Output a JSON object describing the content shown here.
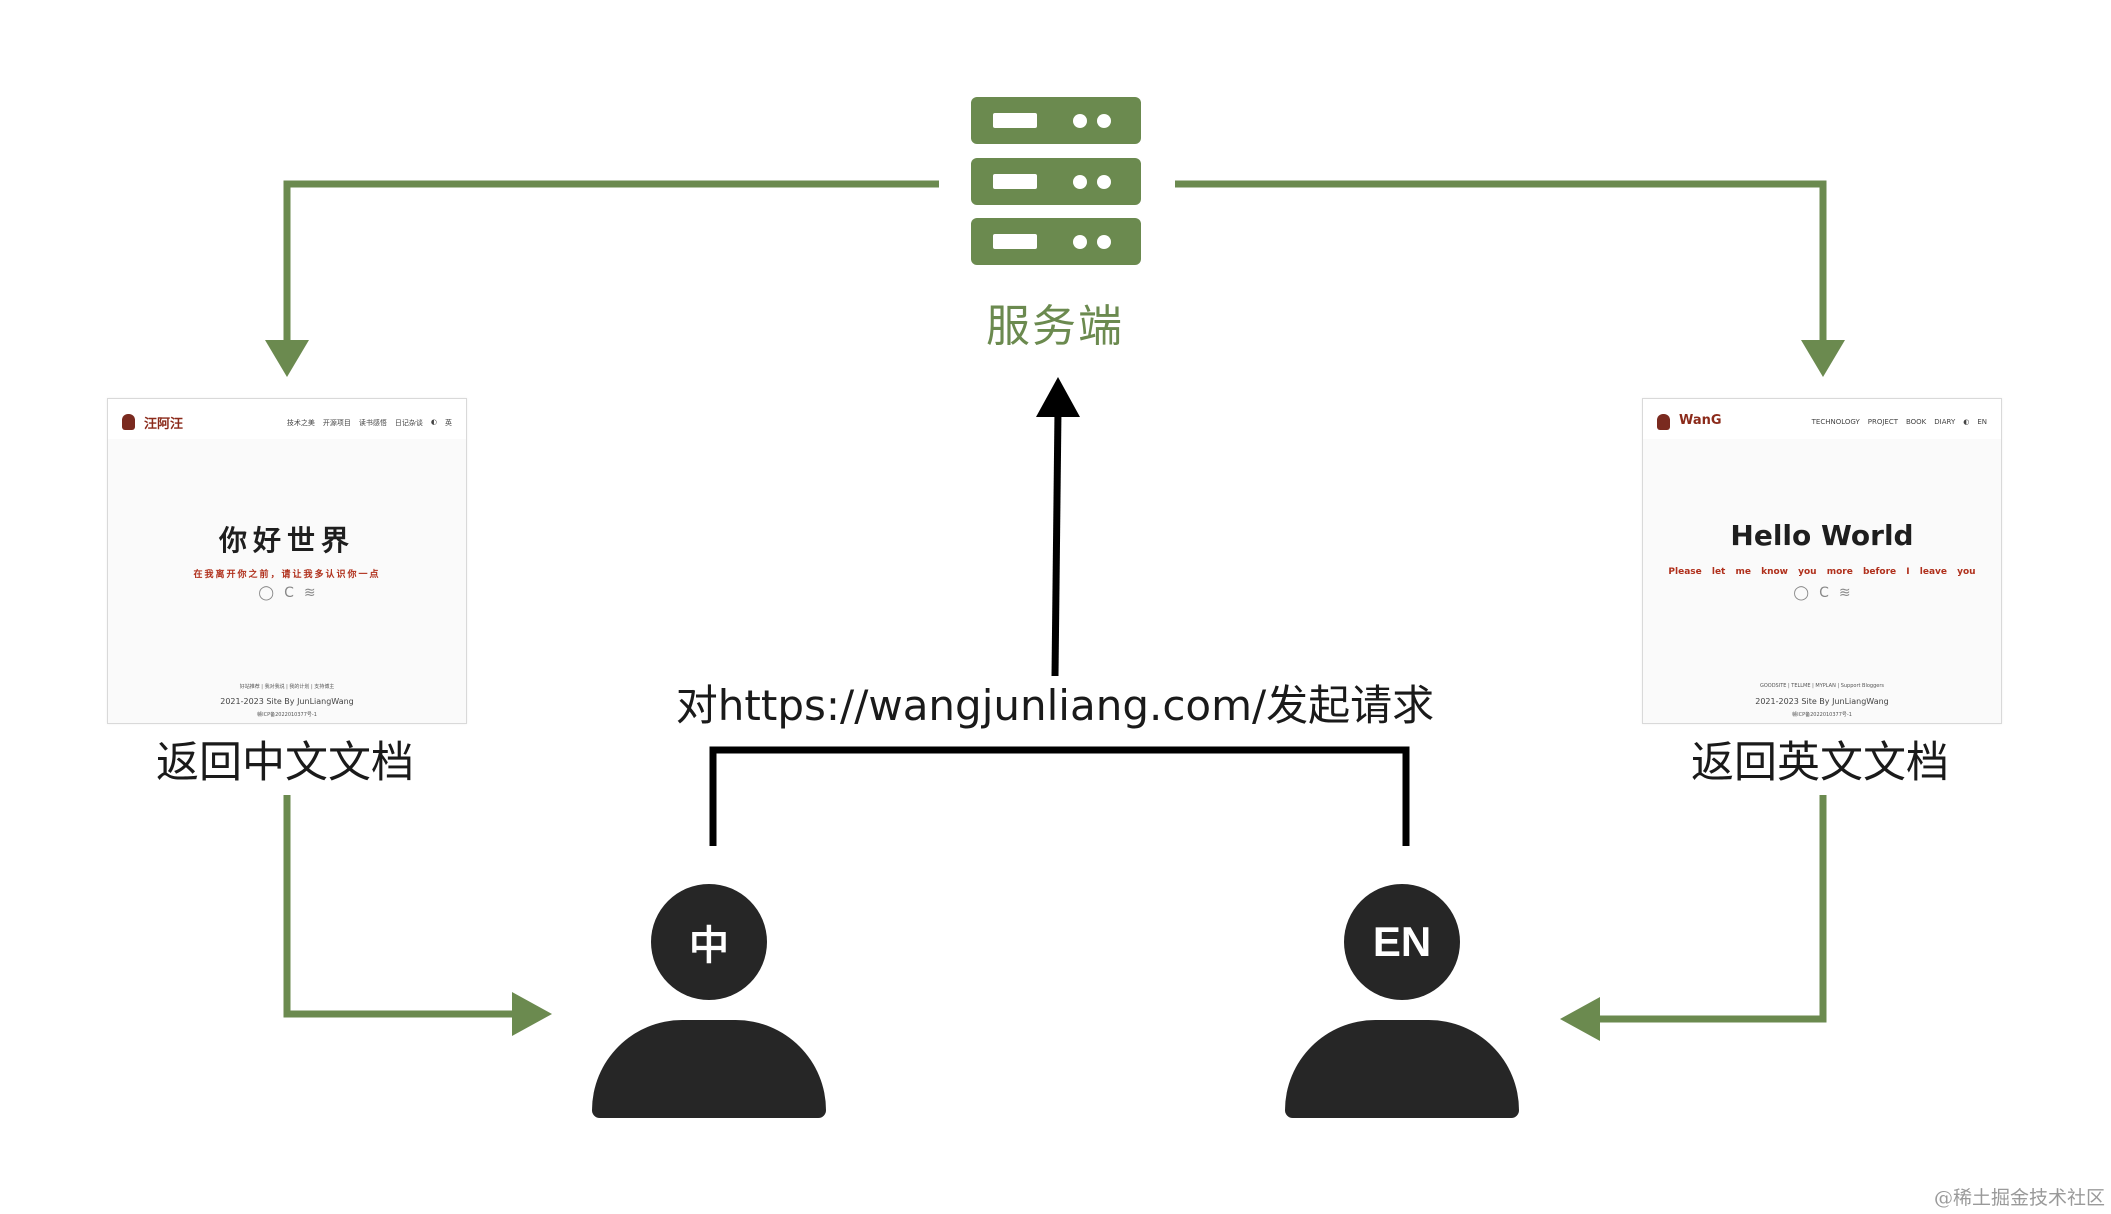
{
  "server": {
    "label": "服务端"
  },
  "request": {
    "label": "对https://wangjunliang.com/发起请求"
  },
  "zh_site": {
    "logo_text": "汪阿汪",
    "nav": [
      "技术之美",
      "开源项目",
      "读书感悟",
      "日记杂谈",
      "◐",
      "英"
    ],
    "hero": "你好世界",
    "tagline": "在我离开你之前，请让我多认识你一点",
    "links": "好站推荐 | 我对我说 | 我的计划 | 支持博主",
    "copyright": "2021-2023 Site By JunLiangWang",
    "icp": "赣ICP备2022010377号-1",
    "caption": "返回中文文档"
  },
  "en_site": {
    "logo_text": "WanG",
    "nav": [
      "TECHNOLOGY",
      "PROJECT",
      "BOOK",
      "DIARY",
      "◐",
      "EN"
    ],
    "hero": "Hello World",
    "tagline": "Please let me know you more before I leave you",
    "links": "GOODSITE | TELLME | MYPLAN | Support Bloggers",
    "copyright": "2021-2023 Site By JunLiangWang",
    "icp": "赣ICP备2022010377号-1",
    "caption": "返回英文文档"
  },
  "users": {
    "zh_badge": "中",
    "en_badge": "EN"
  },
  "watermark": "@稀土掘金技术社区",
  "colors": {
    "green": "#6b8a4f",
    "dark": "#262626",
    "black": "#000000",
    "red": "#b0301c"
  }
}
